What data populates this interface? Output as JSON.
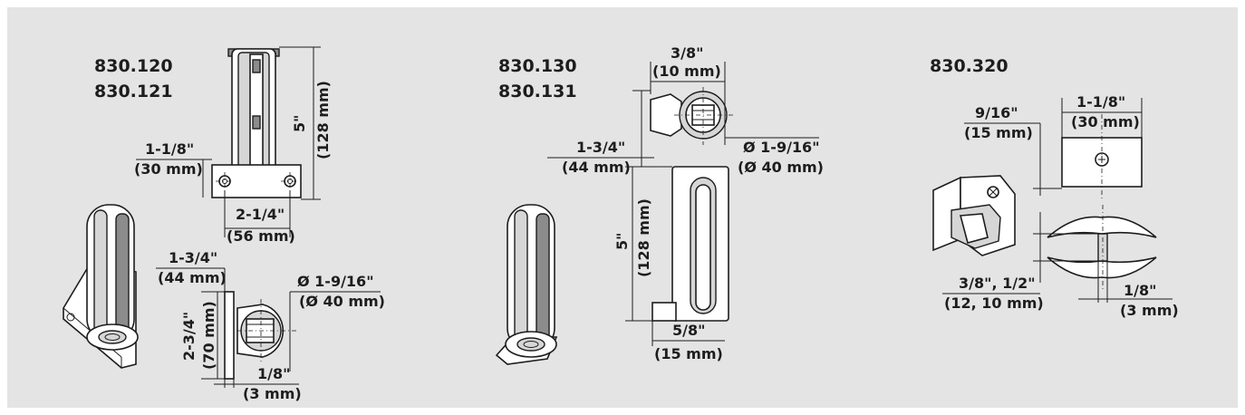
{
  "models": {
    "a_line1": "830.120",
    "a_line2": "830.121",
    "b_line1": "830.130",
    "b_line2": "830.131",
    "c_line1": "830.320"
  },
  "dims": {
    "a_height_in": "5\"",
    "a_height_mm": "(128 mm)",
    "a_offset_in": "1-1/8\"",
    "a_offset_mm": "(30 mm)",
    "a_width_in": "2-1/4\"",
    "a_width_mm": "(56 mm)",
    "a_depth_in": "1-3/4\"",
    "a_depth_mm": "(44 mm)",
    "a_dia_in": "Ø 1-9/16\"",
    "a_dia_mm": "(Ø 40 mm)",
    "a_plate_h_in": "2-3/4\"",
    "a_plate_h_mm": "(70 mm)",
    "a_thick_in": "1/8\"",
    "a_thick_mm": "(3 mm)",
    "b_slot_in": "3/8\"",
    "b_slot_mm": "(10 mm)",
    "b_depth_in": "1-3/4\"",
    "b_depth_mm": "(44 mm)",
    "b_dia_in": "Ø 1-9/16\"",
    "b_dia_mm": "(Ø 40 mm)",
    "b_height_in": "5\"",
    "b_height_mm": "(128 mm)",
    "b_base_in": "5/8\"",
    "b_base_mm": "(15 mm)",
    "c_width_in": "1-1/8\"",
    "c_width_mm": "(30 mm)",
    "c_hole_in": "9/16\"",
    "c_hole_mm": "(15 mm)",
    "c_glass_in": "3/8\", 1/2\"",
    "c_glass_mm": "(12, 10 mm)",
    "c_gap_in": "1/8\"",
    "c_gap_mm": "(3 mm)"
  },
  "colors": {
    "background": "#e4e4e4",
    "ink": "#1d1d1d"
  }
}
